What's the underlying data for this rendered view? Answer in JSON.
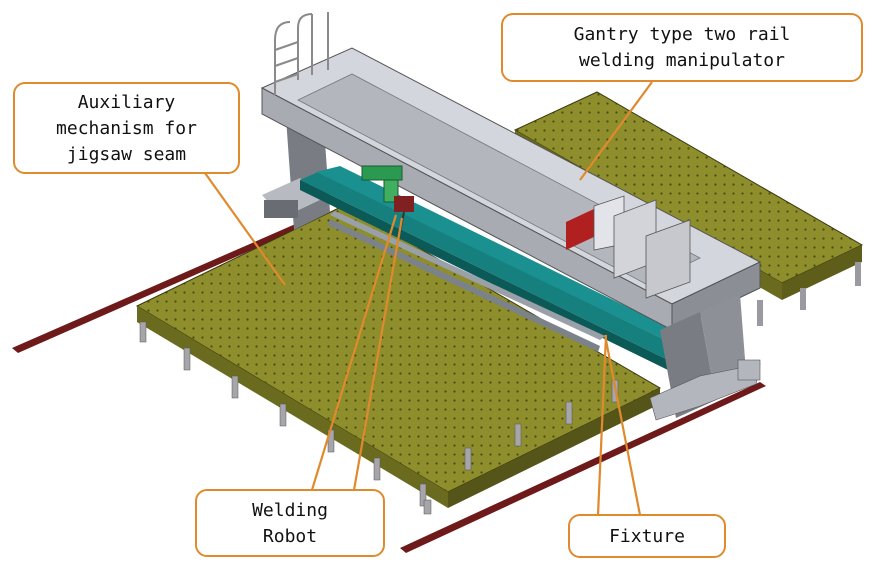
{
  "colors": {
    "accent": "#E08A2E",
    "platform": "#8B8B2A",
    "platform_side": "#5E5E1A",
    "gantry": "#C9CBD3",
    "rail": "#7A1E1E",
    "beam": "#137A7A"
  },
  "callouts": {
    "gantry": {
      "line1": "Gantry type two rail",
      "line2": "welding manipulator"
    },
    "auxiliary": {
      "line1": "Auxiliary",
      "line2": "mechanism for",
      "line3": "jigsaw seam"
    },
    "robot": {
      "line1": "Welding",
      "line2": "Robot"
    },
    "fixture": {
      "line1": "Fixture"
    }
  }
}
